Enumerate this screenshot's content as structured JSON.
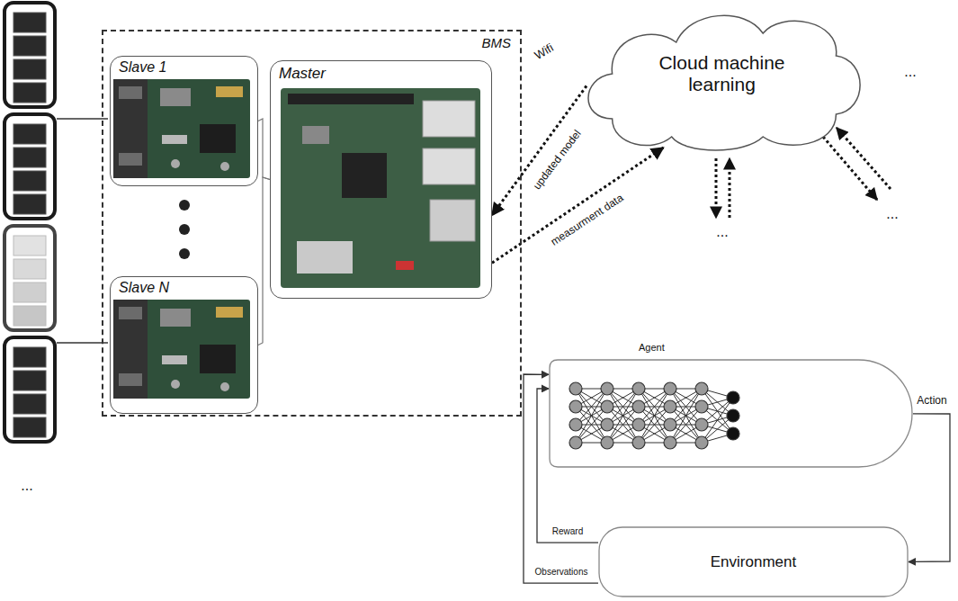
{
  "diagram": {
    "nodes": [
      {
        "text": [
          "BMS"
        ]
      },
      {
        "text": [
          "Slave 1"
        ],
        "in": 0
      },
      {
        "text": [
          "Slave N"
        ],
        "in": 0
      },
      {
        "text": [
          "Master"
        ],
        "in": 0
      },
      {
        "text": [
          "Cloud machine learning"
        ]
      },
      {
        "text": [
          "Agent"
        ]
      },
      {
        "text": [
          "Environment"
        ]
      }
    ],
    "edges": [
      {
        "from": 4,
        "to": 3,
        "arrow": "to",
        "label": "updated model"
      },
      {
        "from": 3,
        "to": 4,
        "arrow": "to",
        "label": "measurment data"
      },
      {
        "from": 1,
        "to": 3,
        "arrow": "none"
      },
      {
        "from": 2,
        "to": 3,
        "arrow": "none"
      },
      {
        "from": 5,
        "to": 6,
        "arrow": "to",
        "label": "Action"
      },
      {
        "from": 6,
        "to": 5,
        "arrow": "to",
        "label": "Reward"
      },
      {
        "from": 6,
        "to": 5,
        "arrow": "to",
        "label": "Observations"
      }
    ],
    "labels": [
      "Wifi",
      "...",
      "...",
      "...",
      "..."
    ]
  }
}
